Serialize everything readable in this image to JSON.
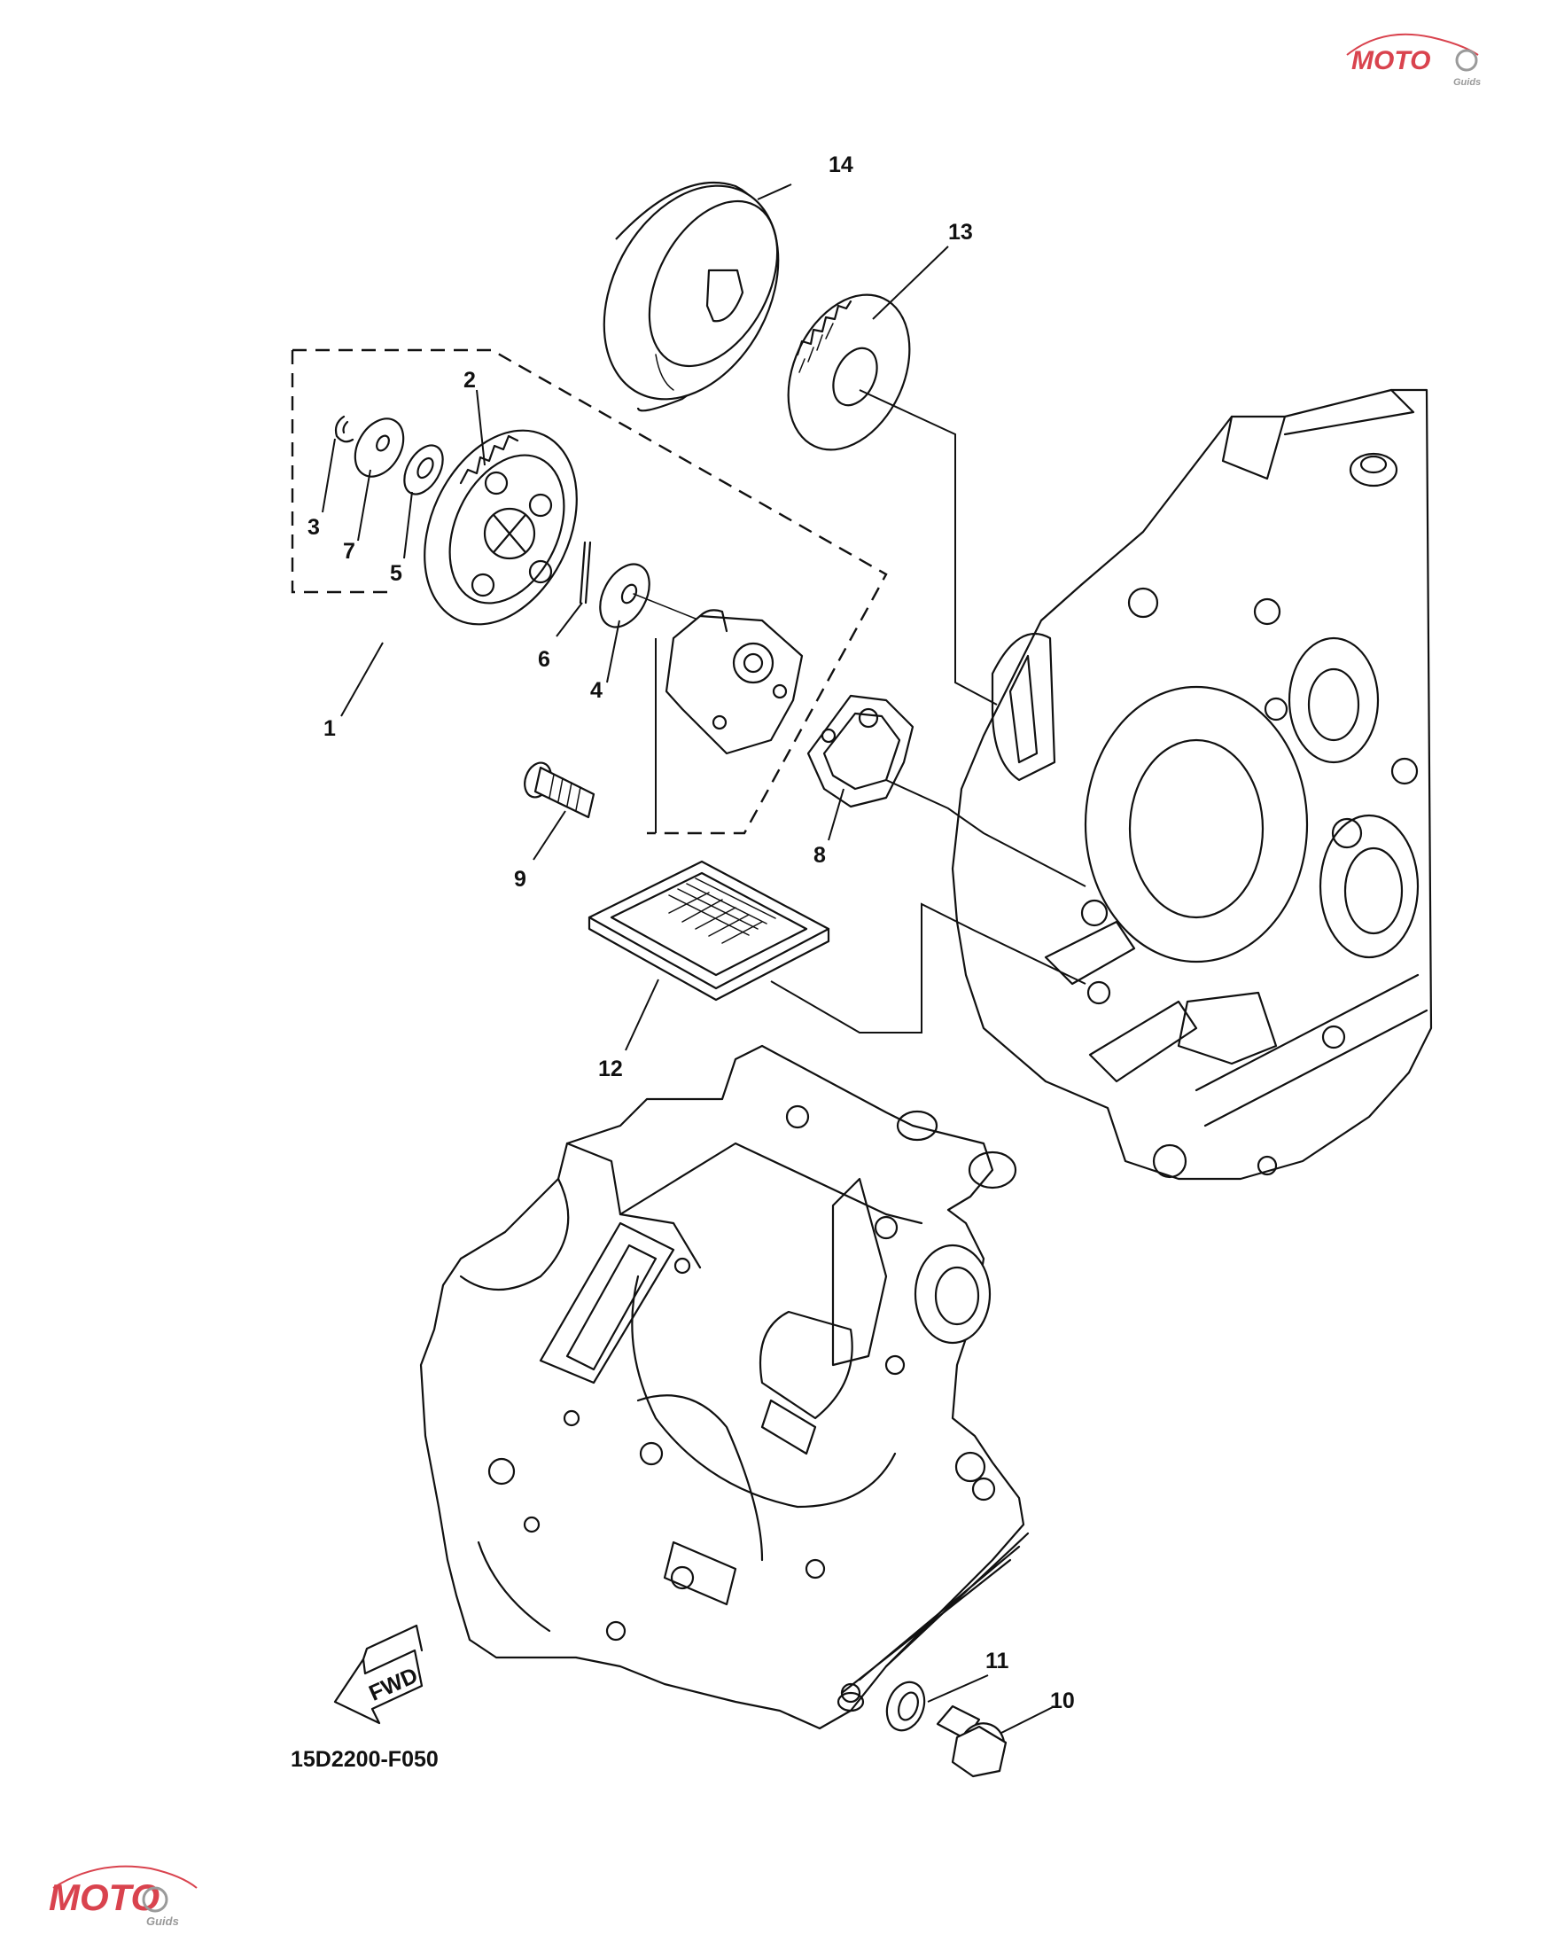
{
  "diagram": {
    "figure_code": "15D2200-F050",
    "direction_label": "FWD",
    "callouts": {
      "c1": "1",
      "c2": "2",
      "c3": "3",
      "c4": "4",
      "c5": "5",
      "c6": "6",
      "c7": "7",
      "c8": "8",
      "c9": "9",
      "c10": "10",
      "c11": "11",
      "c12": "12",
      "c13": "13",
      "c14": "14"
    }
  },
  "watermark": {
    "brand": "MOTO",
    "sub": "Guids"
  },
  "colors": {
    "ink": "#111111",
    "watermark_red": "#d9434e",
    "watermark_gray": "#9a9a9a"
  }
}
